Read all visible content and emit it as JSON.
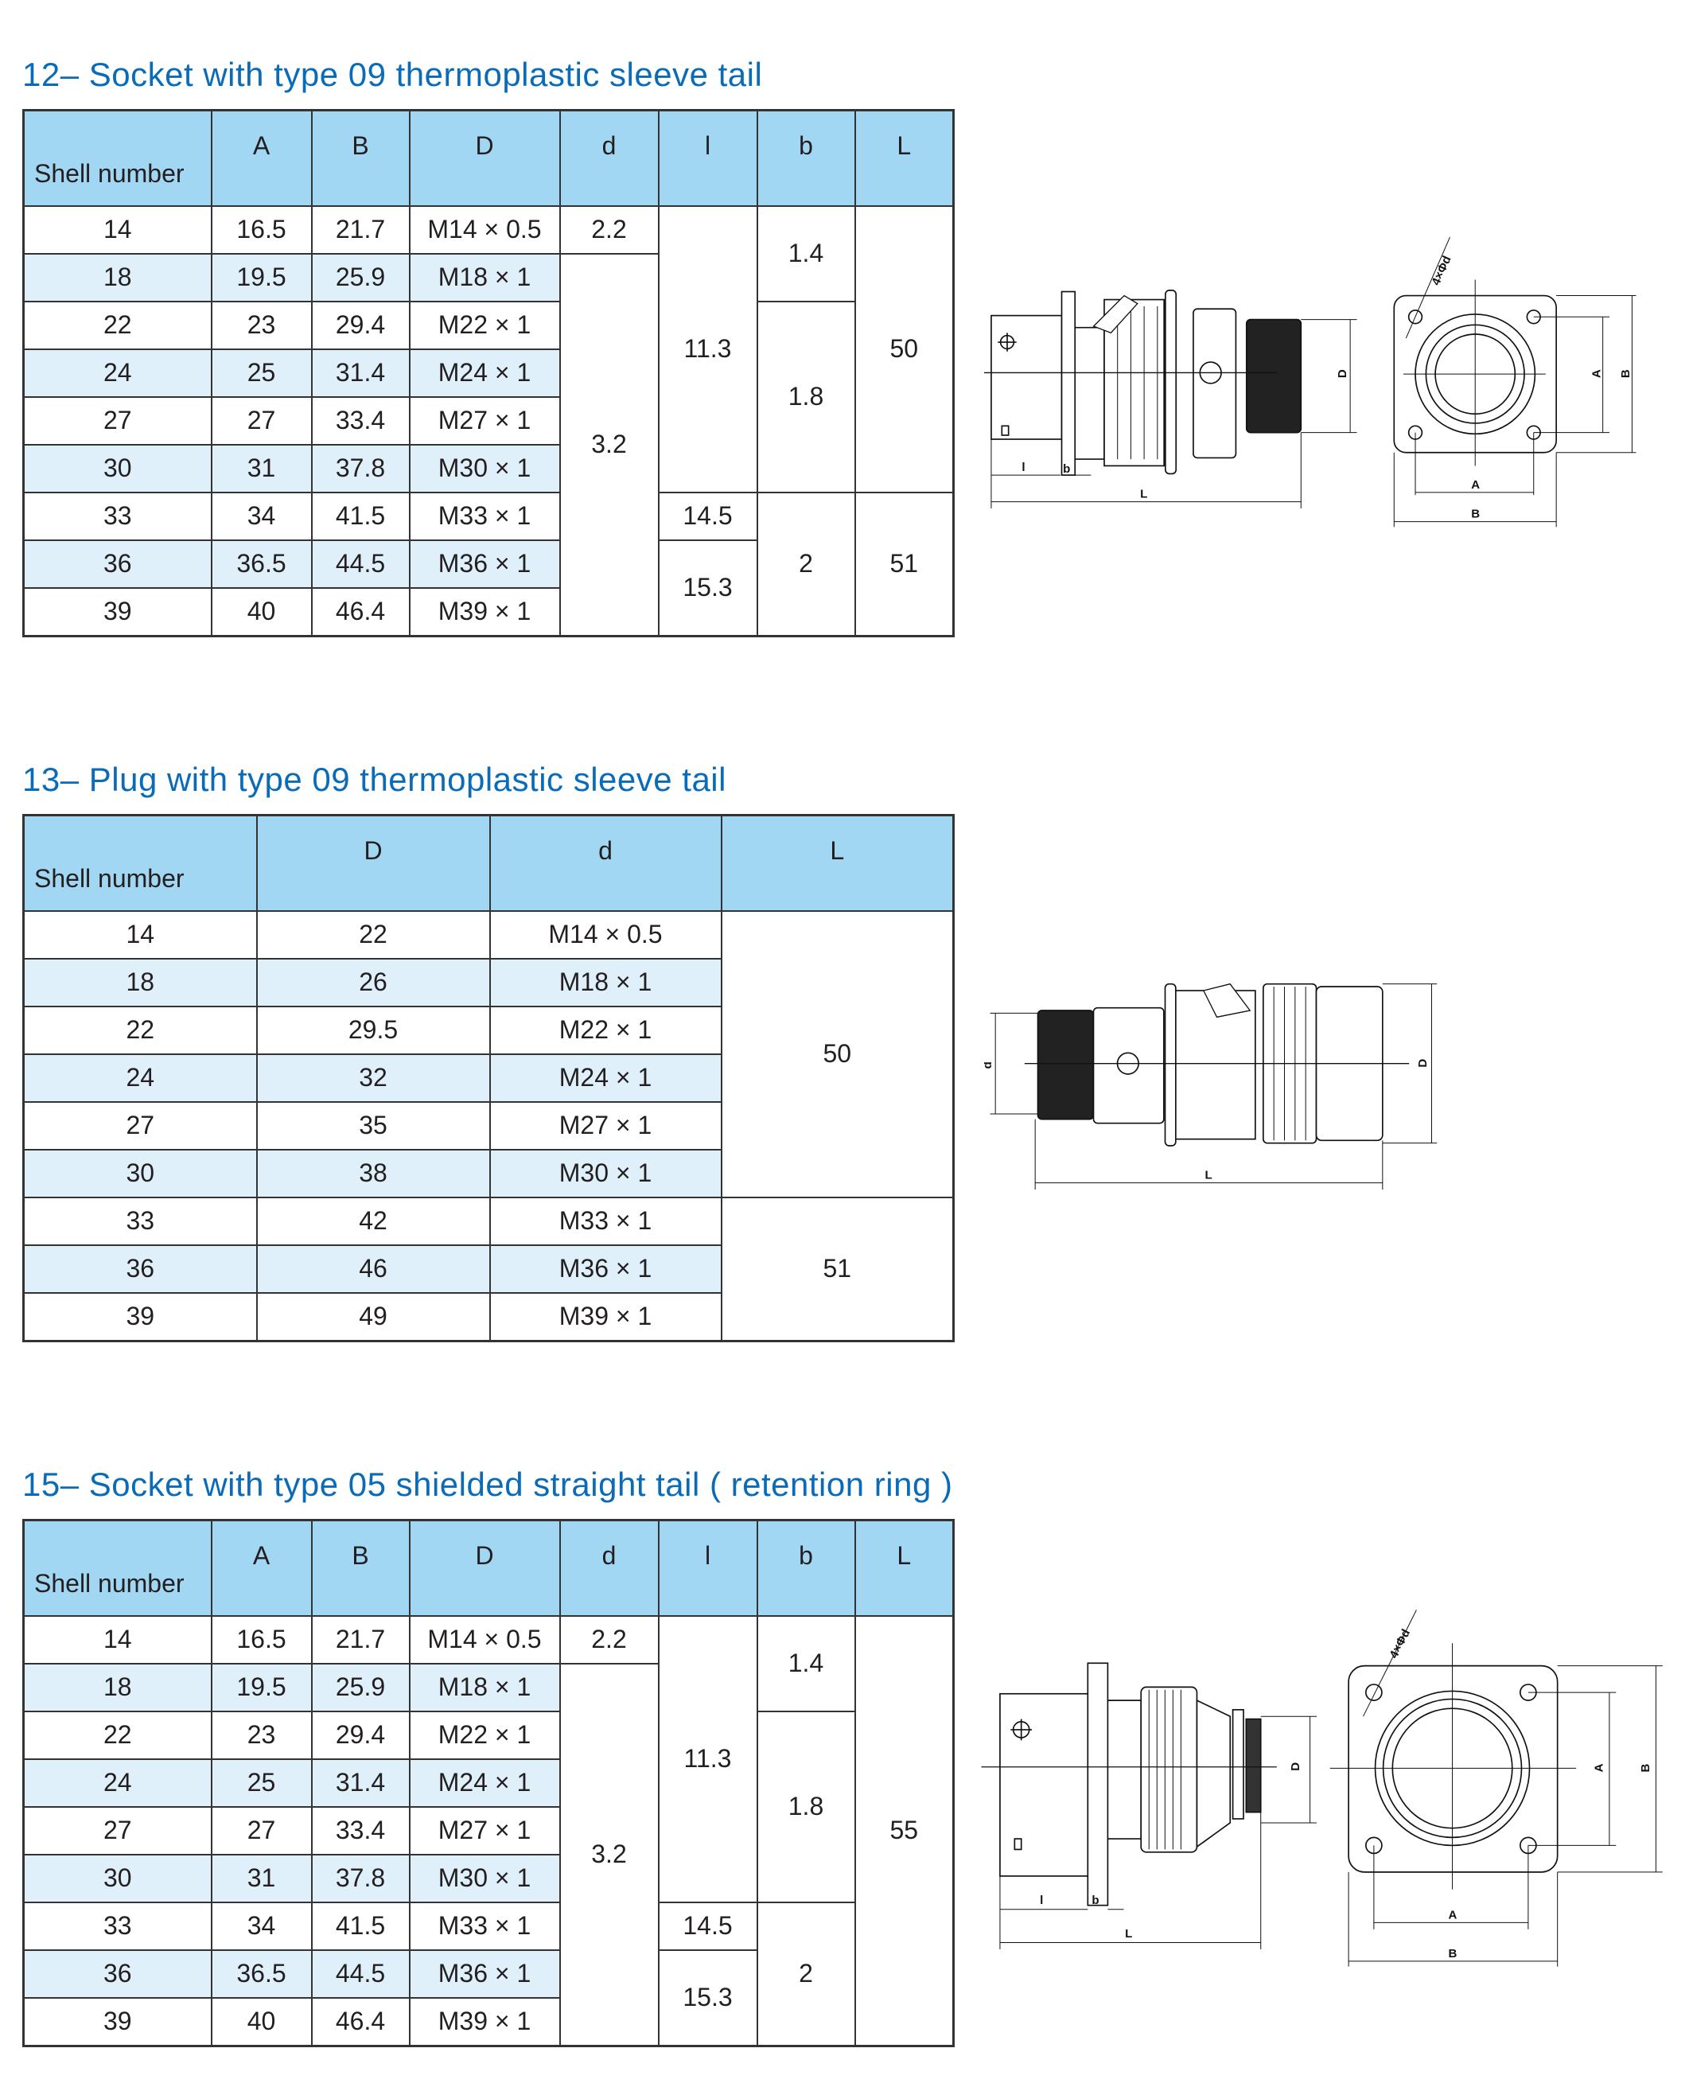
{
  "sections": [
    {
      "title": "12– Socket with type 09 thermoplastic sleeve tail",
      "headers": [
        "Shell number",
        "A",
        "B",
        "D",
        "d",
        "l",
        "b",
        "L"
      ],
      "rows": [
        [
          "14",
          "16.5",
          "21.7",
          "M14 × 0.5",
          "2.2",
          "11.3",
          "1.4",
          "50"
        ],
        [
          "18",
          "19.5",
          "25.9",
          "M18 × 1",
          "3.2",
          null,
          null,
          null
        ],
        [
          "22",
          "23",
          "29.4",
          "M22 × 1",
          null,
          null,
          "1.8",
          null
        ],
        [
          "24",
          "25",
          "31.4",
          "M24 × 1",
          null,
          null,
          null,
          null
        ],
        [
          "27",
          "27",
          "33.4",
          "M27 × 1",
          null,
          null,
          null,
          null
        ],
        [
          "30",
          "31",
          "37.8",
          "M30 × 1",
          null,
          null,
          null,
          null
        ],
        [
          "33",
          "34",
          "41.5",
          "M33 × 1",
          null,
          "14.5",
          "2",
          "51"
        ],
        [
          "36",
          "36.5",
          "44.5",
          "M36 × 1",
          null,
          "15.3",
          null,
          null
        ],
        [
          "39",
          "40",
          "46.4",
          "M39 × 1",
          null,
          null,
          null,
          null
        ]
      ]
    },
    {
      "title": "13– Plug with type 09 thermoplastic sleeve tail",
      "headers": [
        "Shell number",
        "D",
        "d",
        "L"
      ],
      "rows": [
        [
          "14",
          "22",
          "M14 × 0.5",
          "50"
        ],
        [
          "18",
          "26",
          "M18 × 1",
          null
        ],
        [
          "22",
          "29.5",
          "M22 × 1",
          null
        ],
        [
          "24",
          "32",
          "M24 × 1",
          null
        ],
        [
          "27",
          "35",
          "M27 × 1",
          null
        ],
        [
          "30",
          "38",
          "M30 × 1",
          null
        ],
        [
          "33",
          "42",
          "M33 × 1",
          "51"
        ],
        [
          "36",
          "46",
          "M36 × 1",
          null
        ],
        [
          "39",
          "49",
          "M39 × 1",
          null
        ]
      ]
    },
    {
      "title": "15– Socket with type 05 shielded straight tail ( retention ring )",
      "headers": [
        "Shell number",
        "A",
        "B",
        "D",
        "d",
        "l",
        "b",
        "L"
      ],
      "rows": [
        [
          "14",
          "16.5",
          "21.7",
          "M14 × 0.5",
          "2.2",
          "11.3",
          "1.4",
          "55"
        ],
        [
          "18",
          "19.5",
          "25.9",
          "M18 × 1",
          "3.2",
          null,
          null,
          null
        ],
        [
          "22",
          "23",
          "29.4",
          "M22 × 1",
          null,
          null,
          "1.8",
          null
        ],
        [
          "24",
          "25",
          "31.4",
          "M24 × 1",
          null,
          null,
          null,
          null
        ],
        [
          "27",
          "27",
          "33.4",
          "M27 × 1",
          null,
          null,
          null,
          null
        ],
        [
          "30",
          "31",
          "37.8",
          "M30 × 1",
          null,
          null,
          null,
          null
        ],
        [
          "33",
          "34",
          "41.5",
          "M33 × 1",
          null,
          "14.5",
          "2",
          null
        ],
        [
          "36",
          "36.5",
          "44.5",
          "M36 × 1",
          null,
          "15.3",
          null,
          null
        ],
        [
          "39",
          "40",
          "46.4",
          "M39 × 1",
          null,
          null,
          null,
          null
        ]
      ]
    }
  ],
  "drawing_labels": {
    "D": "D",
    "d": "d",
    "A": "A",
    "B": "B",
    "L": "L",
    "l": "l",
    "b": "b",
    "holes": "4×Φd"
  },
  "colors": {
    "title": "#0a6bb8",
    "header_bg": "#a2d7f3",
    "row_shade": "#dff0fb"
  }
}
